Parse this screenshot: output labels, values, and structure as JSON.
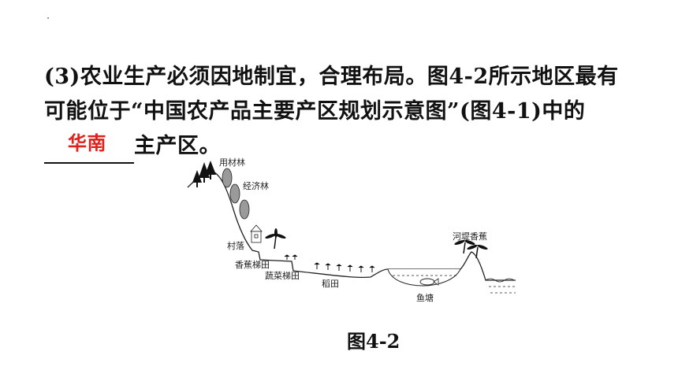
{
  "question": {
    "line1": "(3)农业生产必须因地制宜，合理布局。图4-2所示地区最有",
    "line2": "可能位于“中国农产品主要产区规划示意图”(图4-1)中的",
    "line3_suffix": "主产区。",
    "answer": "华南",
    "answer_color": "#e0201b"
  },
  "diagram": {
    "labels": {
      "timber_forest": "用材林",
      "economic_forest": "经济林",
      "village": "村落",
      "banana_terrace": "香蕉梯田",
      "vegetable_terrace": "蔬菜梯田",
      "paddy": "稻田",
      "fish_pond": "鱼塘",
      "levee_banana": "河堤香蕉"
    }
  },
  "caption": "图4-2"
}
